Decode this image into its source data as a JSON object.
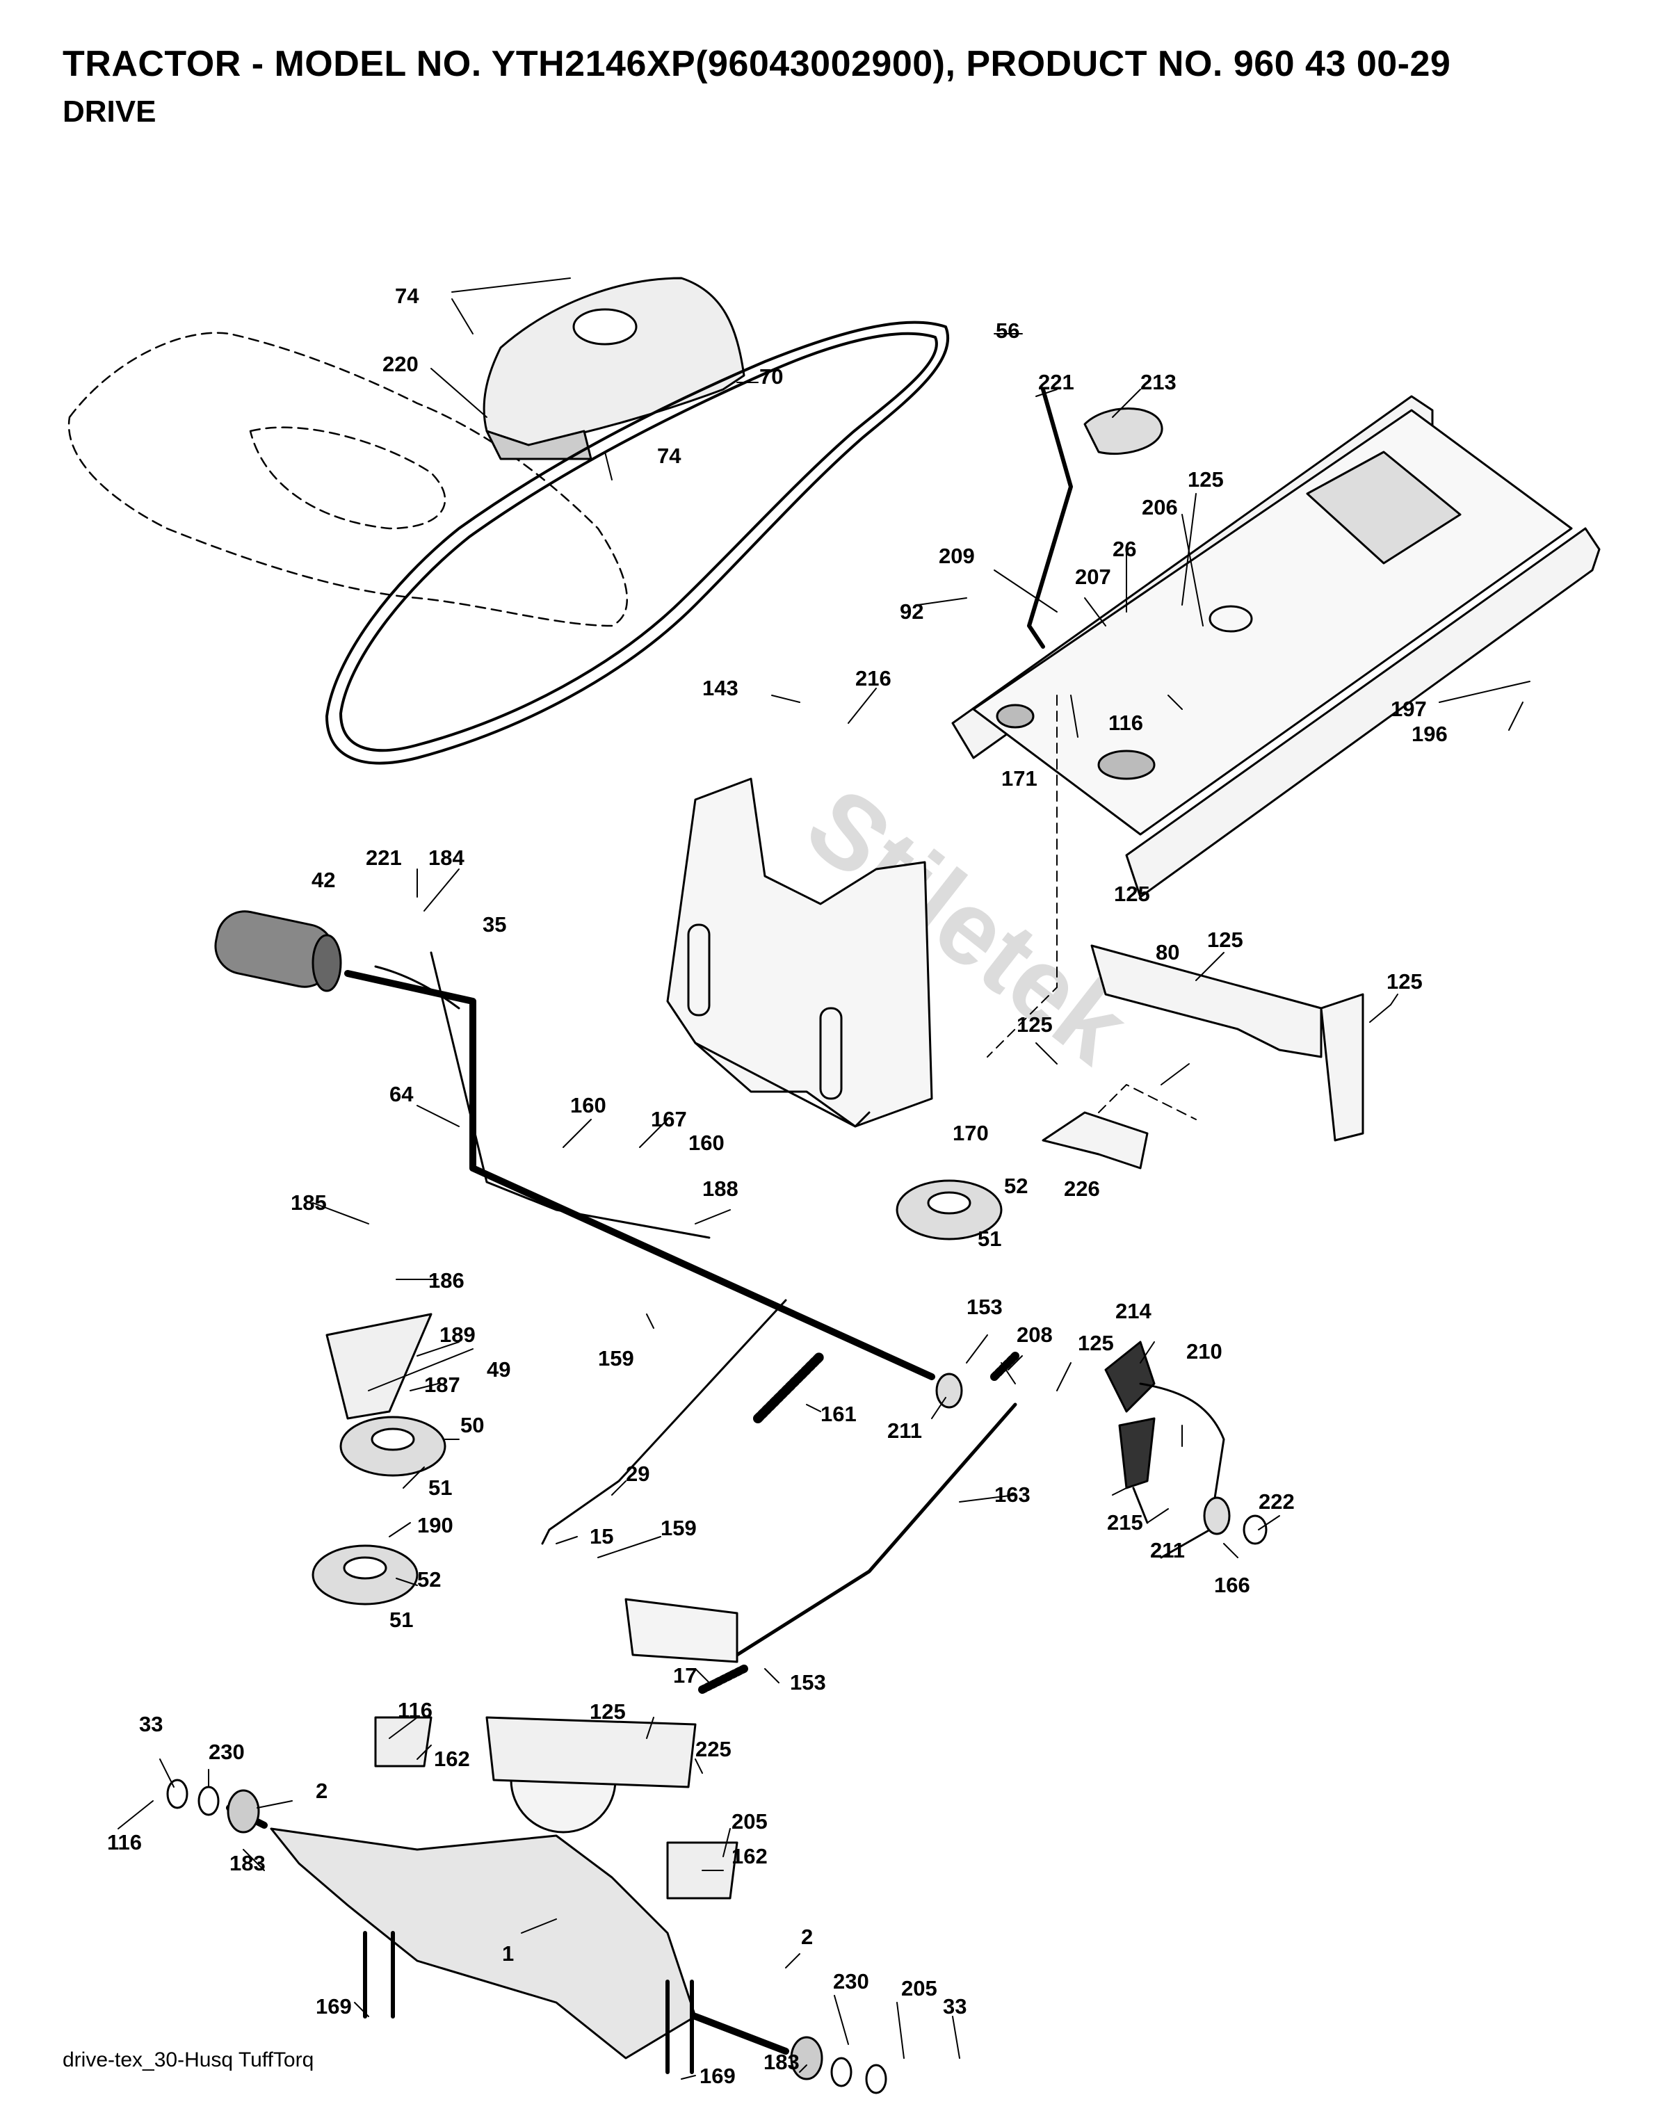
{
  "header": {
    "title": "TRACTOR - MODEL NO. YTH2146XP(96043002900), PRODUCT NO. 960 43 00-29",
    "subtitle": "DRIVE"
  },
  "footer": {
    "caption": "drive-tex_30-Husq TuffTorq"
  },
  "watermark": {
    "text": "Stiletek"
  },
  "part_labels": [
    {
      "id": "l74a",
      "text": "74"
    },
    {
      "id": "l220",
      "text": "220"
    },
    {
      "id": "l70",
      "text": "70"
    },
    {
      "id": "l74b",
      "text": "74"
    },
    {
      "id": "l56",
      "text": "56"
    },
    {
      "id": "l221a",
      "text": "221"
    },
    {
      "id": "l213",
      "text": "213"
    },
    {
      "id": "l125a",
      "text": "125"
    },
    {
      "id": "l206",
      "text": "206"
    },
    {
      "id": "l209",
      "text": "209"
    },
    {
      "id": "l26",
      "text": "26"
    },
    {
      "id": "l207",
      "text": "207"
    },
    {
      "id": "l92",
      "text": "92"
    },
    {
      "id": "l143",
      "text": "143"
    },
    {
      "id": "l216",
      "text": "216"
    },
    {
      "id": "l116a",
      "text": "116"
    },
    {
      "id": "l171",
      "text": "171"
    },
    {
      "id": "l197",
      "text": "197"
    },
    {
      "id": "l196",
      "text": "196"
    },
    {
      "id": "l221b",
      "text": "221"
    },
    {
      "id": "l184",
      "text": "184"
    },
    {
      "id": "l42",
      "text": "42"
    },
    {
      "id": "l35",
      "text": "35"
    },
    {
      "id": "l125b",
      "text": "125"
    },
    {
      "id": "l80",
      "text": "80"
    },
    {
      "id": "l125c",
      "text": "125"
    },
    {
      "id": "l125d",
      "text": "125"
    },
    {
      "id": "l125e",
      "text": "125"
    },
    {
      "id": "l64",
      "text": "64"
    },
    {
      "id": "l160a",
      "text": "160"
    },
    {
      "id": "l167",
      "text": "167"
    },
    {
      "id": "l160b",
      "text": "160"
    },
    {
      "id": "l170",
      "text": "170"
    },
    {
      "id": "l226",
      "text": "226"
    },
    {
      "id": "l185",
      "text": "185"
    },
    {
      "id": "l188",
      "text": "188"
    },
    {
      "id": "l52a",
      "text": "52"
    },
    {
      "id": "l51a",
      "text": "51"
    },
    {
      "id": "l186",
      "text": "186"
    },
    {
      "id": "l189",
      "text": "189"
    },
    {
      "id": "l49",
      "text": "49"
    },
    {
      "id": "l159a",
      "text": "159"
    },
    {
      "id": "l153a",
      "text": "153"
    },
    {
      "id": "l214",
      "text": "214"
    },
    {
      "id": "l208",
      "text": "208"
    },
    {
      "id": "l125f",
      "text": "125"
    },
    {
      "id": "l210",
      "text": "210"
    },
    {
      "id": "l187",
      "text": "187"
    },
    {
      "id": "l161",
      "text": "161"
    },
    {
      "id": "l211a",
      "text": "211"
    },
    {
      "id": "l50",
      "text": "50"
    },
    {
      "id": "l51b",
      "text": "51"
    },
    {
      "id": "l29",
      "text": "29"
    },
    {
      "id": "l163",
      "text": "163"
    },
    {
      "id": "l222",
      "text": "222"
    },
    {
      "id": "l190",
      "text": "190"
    },
    {
      "id": "l15",
      "text": "15"
    },
    {
      "id": "l159b",
      "text": "159"
    },
    {
      "id": "l215",
      "text": "215"
    },
    {
      "id": "l211b",
      "text": "211"
    },
    {
      "id": "l52b",
      "text": "52"
    },
    {
      "id": "l166",
      "text": "166"
    },
    {
      "id": "l51c",
      "text": "51"
    },
    {
      "id": "l17",
      "text": "17"
    },
    {
      "id": "l153b",
      "text": "153"
    },
    {
      "id": "l33a",
      "text": "33"
    },
    {
      "id": "l116b",
      "text": "116"
    },
    {
      "id": "l125g",
      "text": "125"
    },
    {
      "id": "l230a",
      "text": "230"
    },
    {
      "id": "l162a",
      "text": "162"
    },
    {
      "id": "l225",
      "text": "225"
    },
    {
      "id": "l2a",
      "text": "2"
    },
    {
      "id": "l205a",
      "text": "205"
    },
    {
      "id": "l116c",
      "text": "116"
    },
    {
      "id": "l183a",
      "text": "183"
    },
    {
      "id": "l162b",
      "text": "162"
    },
    {
      "id": "l1",
      "text": "1"
    },
    {
      "id": "l2b",
      "text": "2"
    },
    {
      "id": "l230b",
      "text": "230"
    },
    {
      "id": "l205b",
      "text": "205"
    },
    {
      "id": "l169a",
      "text": "169"
    },
    {
      "id": "l33b",
      "text": "33"
    },
    {
      "id": "l183b",
      "text": "183"
    },
    {
      "id": "l169b",
      "text": "169"
    }
  ]
}
